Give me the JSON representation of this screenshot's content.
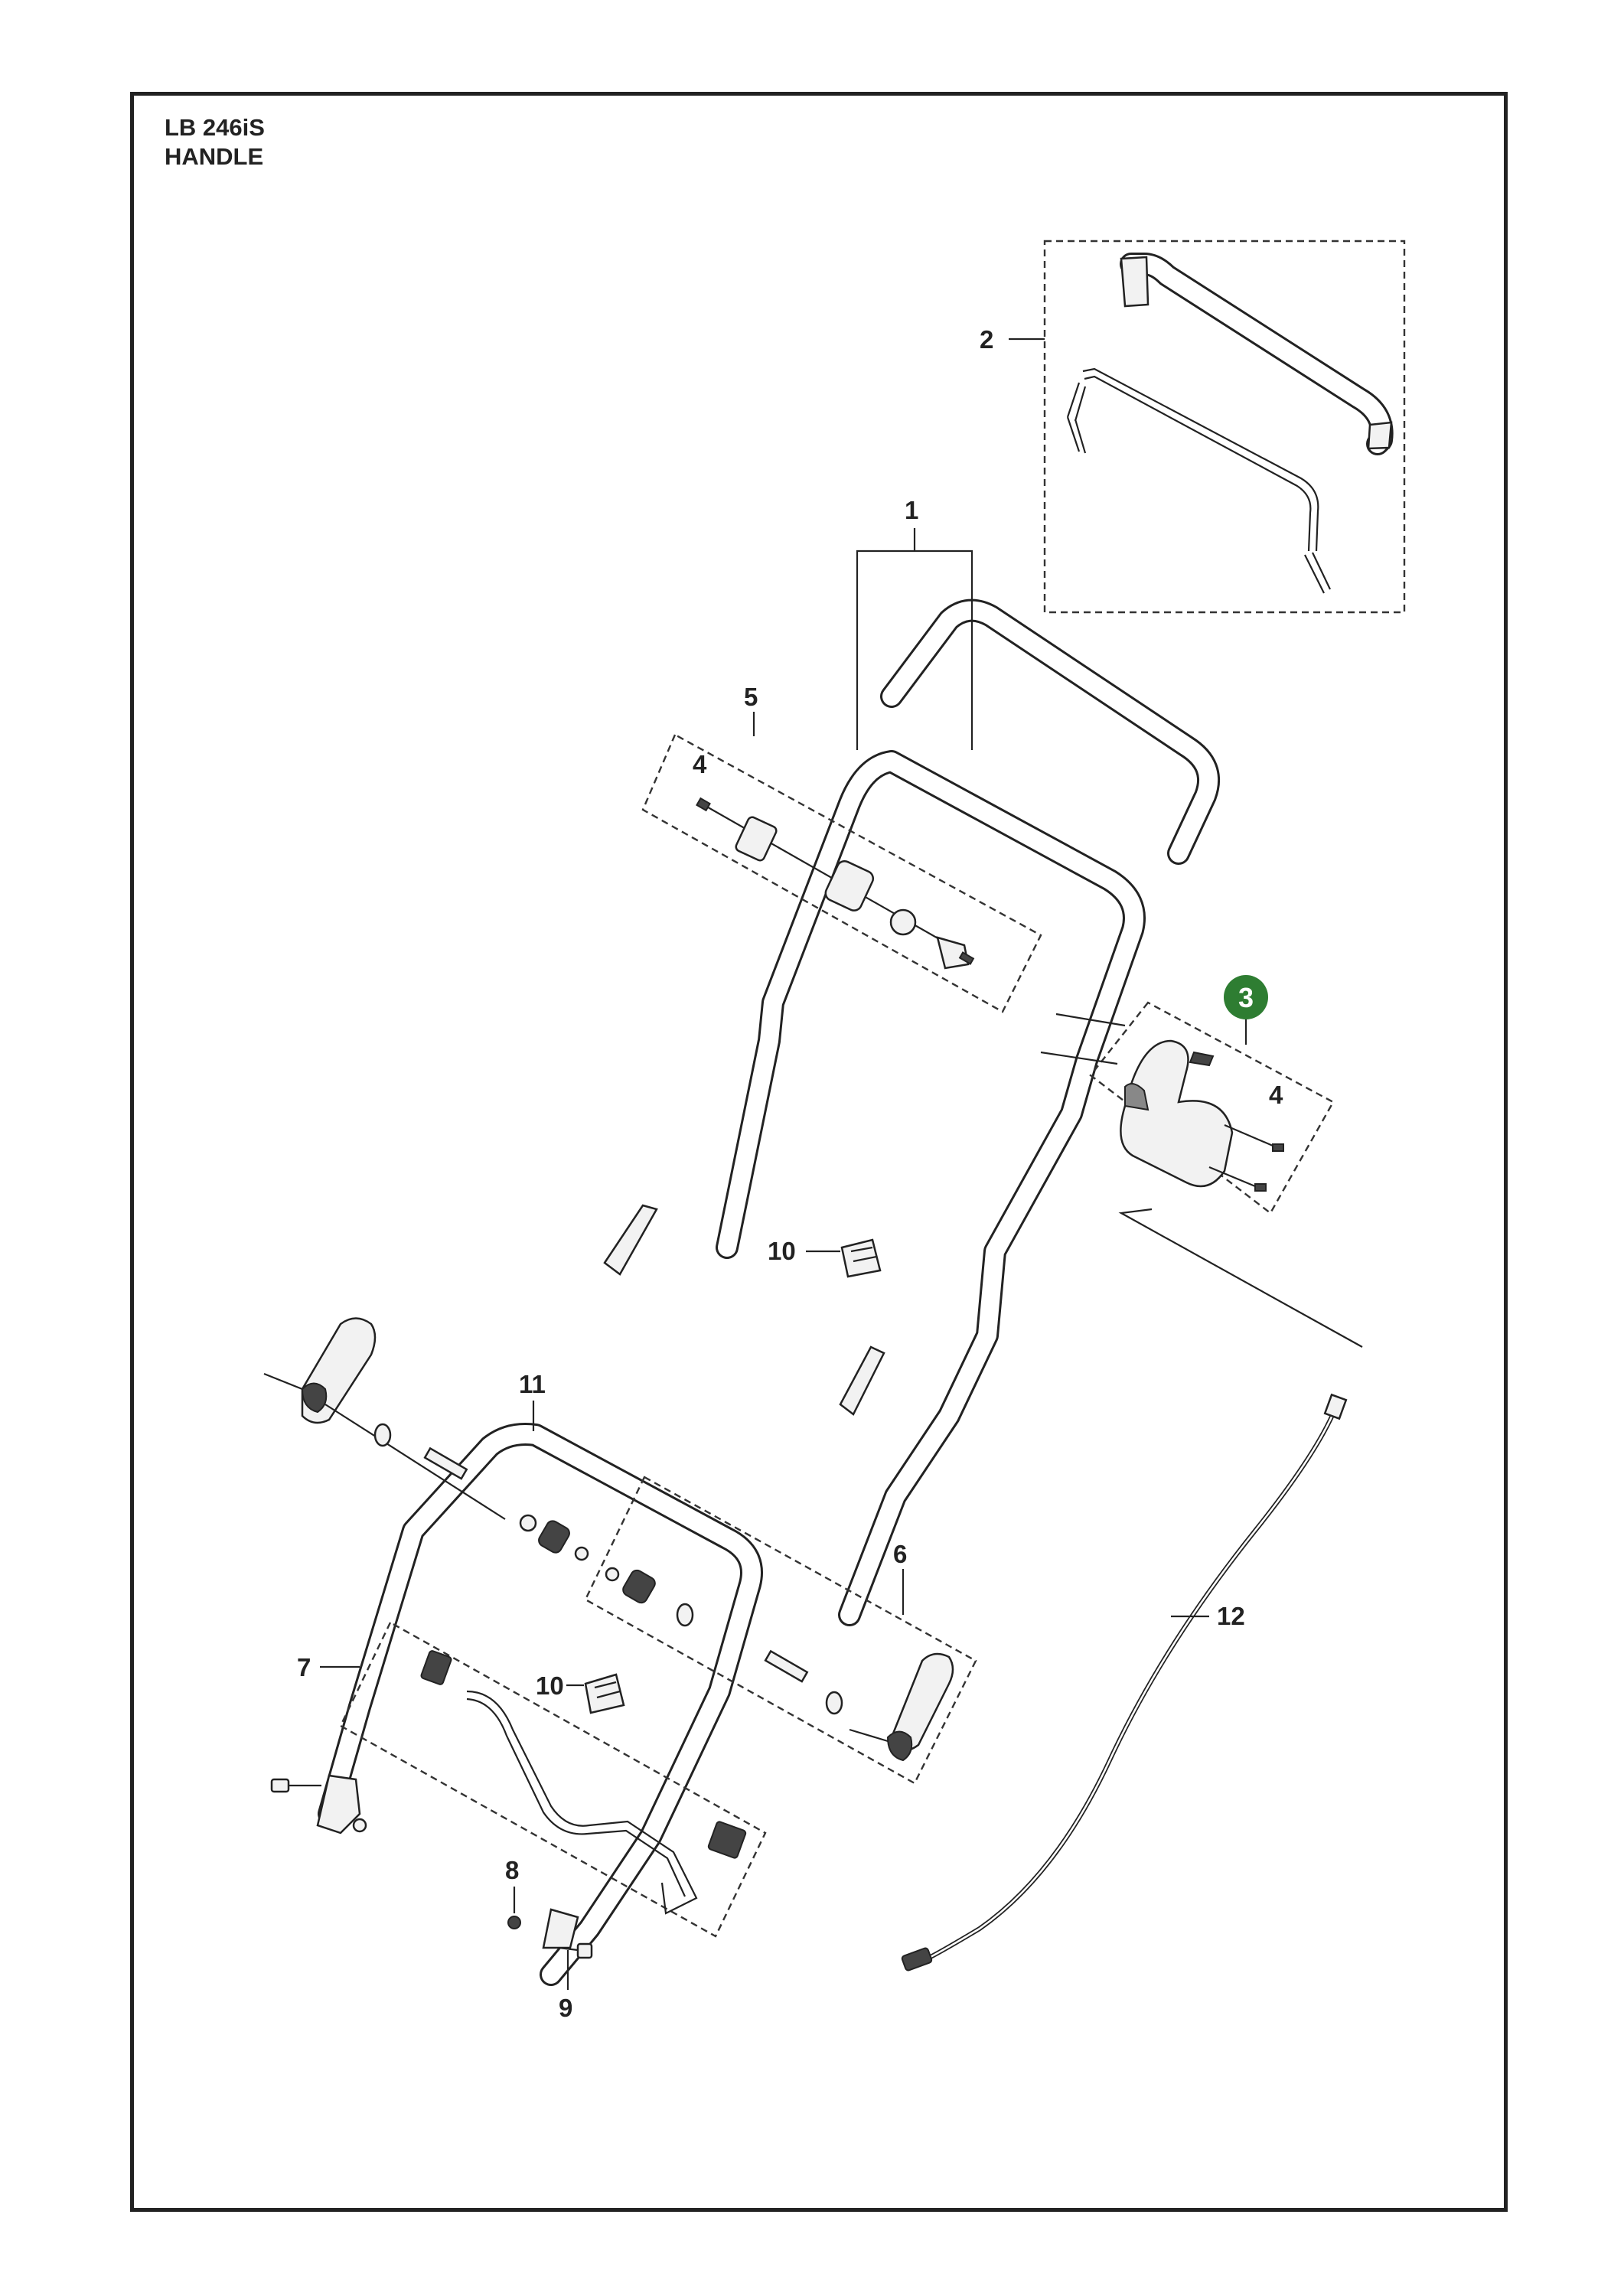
{
  "title": {
    "model": "LB 246iS",
    "section": "HANDLE"
  },
  "callouts": {
    "c1": "1",
    "c2": "2",
    "c3": "3",
    "c4a": "4",
    "c4b": "4",
    "c5": "5",
    "c6": "6",
    "c7": "7",
    "c8": "8",
    "c9": "9",
    "c10a": "10",
    "c10b": "10",
    "c11": "11",
    "c12": "12"
  },
  "colors": {
    "highlight_badge": "#2e7d32",
    "line": "#222222"
  }
}
